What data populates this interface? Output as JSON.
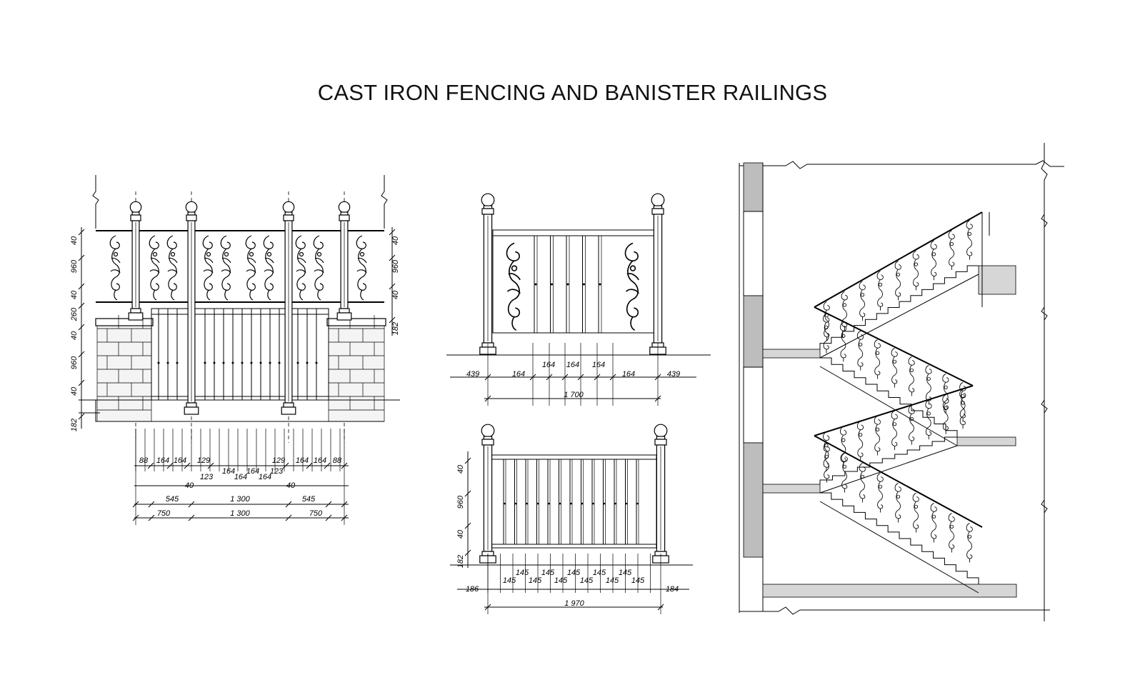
{
  "title": "CAST IRON FENCING AND BANISTER RAILINGS",
  "fence_elevation": {
    "left_dims": [
      "40",
      "960",
      "40",
      "260",
      "40",
      "960",
      "40",
      "182"
    ],
    "right_dims": [
      "40",
      "960",
      "40",
      "182"
    ],
    "row1": [
      "88",
      "164",
      "164",
      "129",
      "129",
      "164",
      "164",
      "88"
    ],
    "row2": [
      "123",
      "164",
      "164",
      "164",
      "164",
      "123"
    ],
    "row2_ends": [
      "40",
      "40"
    ],
    "row3": [
      "545",
      "1 300",
      "545"
    ],
    "row4": [
      "750",
      "1 300",
      "750"
    ]
  },
  "railing_top": {
    "dims": [
      "439",
      "164",
      "164",
      "164",
      "164",
      "164",
      "439"
    ],
    "total": "1 700"
  },
  "railing_bottom": {
    "left_dims": [
      "40",
      "960",
      "40",
      "182"
    ],
    "upper": [
      "145",
      "145",
      "145",
      "145",
      "145"
    ],
    "lower": [
      "186",
      "145",
      "145",
      "145",
      "145",
      "145",
      "145",
      "184"
    ],
    "total": "1 970"
  },
  "staircase": {}
}
